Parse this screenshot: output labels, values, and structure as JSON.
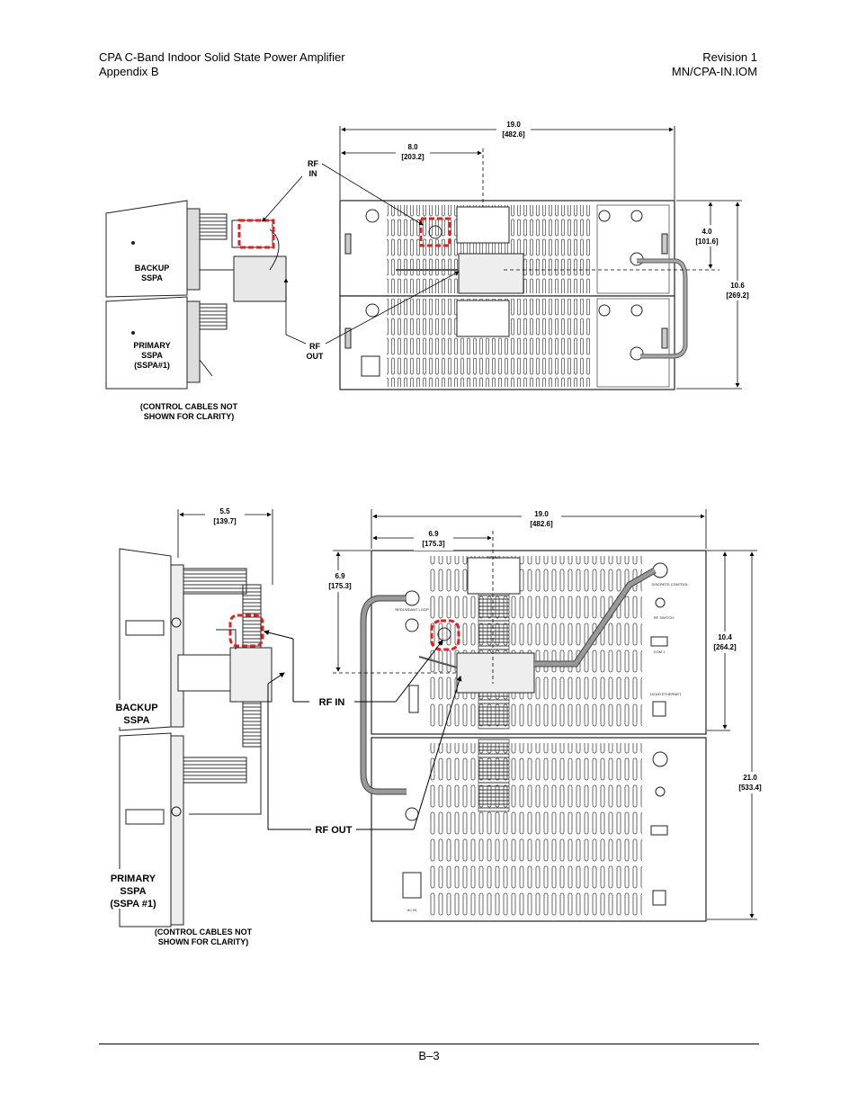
{
  "header": {
    "title": "CPA C-Band Indoor Solid State Power Amplifier",
    "appendix": "Appendix B",
    "revision": "Revision 1",
    "doc_number": "MN/CPA-IN.IOM"
  },
  "footer": {
    "page": "B–3"
  },
  "figure1": {
    "dim_width": "19.0",
    "dim_width_mm": "[482.6]",
    "dim_offset": "8.0",
    "dim_offset_mm": "[203.2]",
    "dim_upper": "4.0",
    "dim_upper_mm": "[101.6]",
    "dim_height": "10.6",
    "dim_height_mm": "[269.2]",
    "rf_in": [
      "RF",
      "IN"
    ],
    "rf_out": [
      "RF",
      "OUT"
    ],
    "backup": [
      "BACKUP",
      "SSPA"
    ],
    "primary": [
      "PRIMARY",
      "SSPA",
      "(SSPA#1)"
    ],
    "note": [
      "(CONTROL CABLES NOT",
      "SHOWN FOR CLARITY)"
    ]
  },
  "figure2": {
    "dim_side": "5.5",
    "dim_side_mm": "[139.7]",
    "dim_width": "19.0",
    "dim_width_mm": "[482.6]",
    "dim_offset": "6.9",
    "dim_offset_mm": "[175.3]",
    "dim_vert": "6.9",
    "dim_vert_mm": "[175.3]",
    "dim_upper": "10.4",
    "dim_upper_mm": "[264.2]",
    "dim_height": "21.0",
    "dim_height_mm": "[533.4]",
    "rf_in": "RF IN",
    "rf_out": "RF OUT",
    "backup": [
      "BACKUP",
      "SSPA"
    ],
    "primary": [
      "PRIMARY",
      "SSPA",
      "(SSPA #1)"
    ],
    "note": [
      "(CONTROL CABLES NOT",
      "SHOWN FOR CLARITY)"
    ],
    "panel_labels": [
      "RF OUT",
      "REDUNDANT LOOP",
      "DISCRETE CONTROL",
      "RF SWITCH",
      "COM 1",
      "10/100 ETHERNET",
      "AC IN"
    ]
  }
}
